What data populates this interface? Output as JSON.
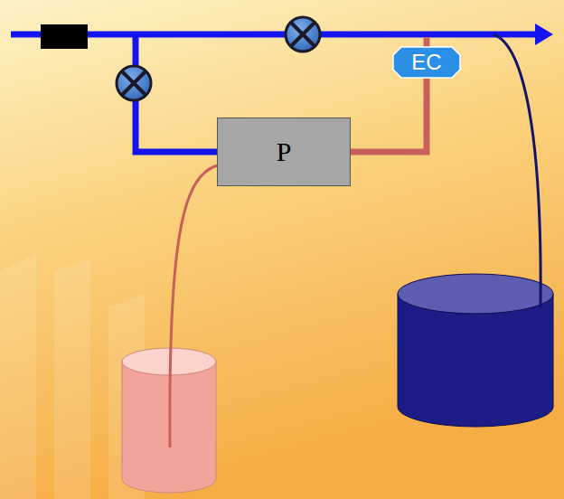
{
  "diagram": {
    "nodes": [
      {
        "text": [
          "EC"
        ]
      },
      {
        "text": [
          "P"
        ]
      }
    ],
    "edges": [
      {
        "from": 1,
        "to": 0,
        "arrow": "none"
      }
    ]
  }
}
